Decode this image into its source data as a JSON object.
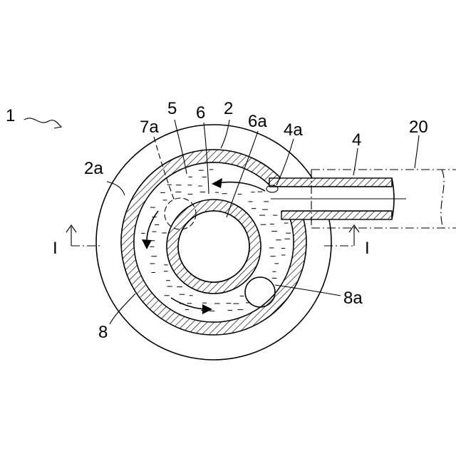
{
  "labels": {
    "device": "1",
    "housing": "2",
    "housing_outer": "2a",
    "pipe": "4",
    "pipe_inlet": "4a",
    "inner_wall": "5",
    "core": "6",
    "core_surface": "6a",
    "region_7a": "7a",
    "liquid": "8",
    "bubble": "8a",
    "external": "20",
    "section_left": "I",
    "section_right": "I"
  },
  "colors": {
    "ink": "#000000",
    "background": "#ffffff"
  },
  "icons": {
    "flow_arrow": "curved-arrow-icon",
    "section_arrow": "up-arrow-icon"
  }
}
